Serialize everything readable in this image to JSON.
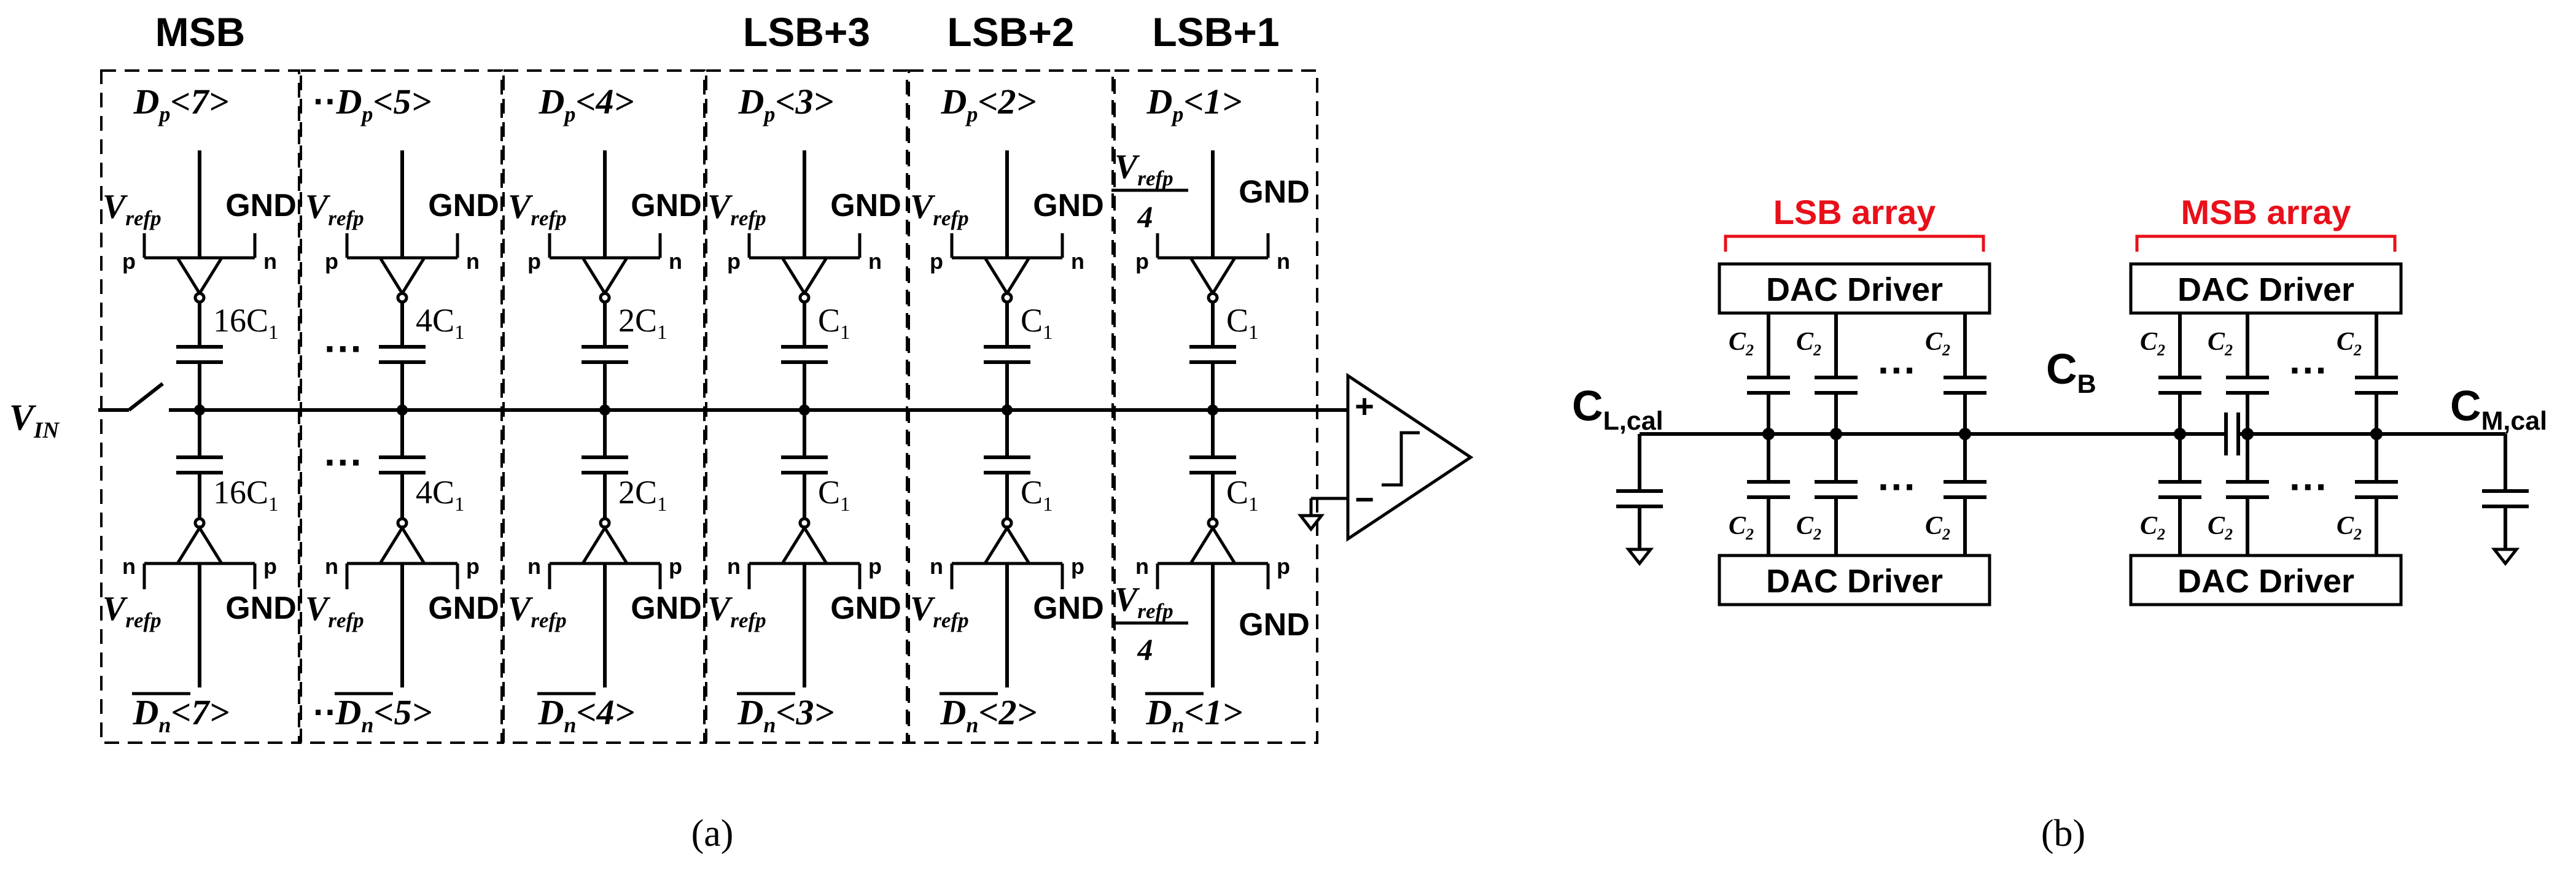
{
  "panel_a": {
    "caption": "(a)",
    "columns": [
      {
        "header": "MSB",
        "top_code": {
          "base": "D",
          "sub": "p",
          "idx": "<7>"
        },
        "bot_code": {
          "base": "D",
          "sub": "n",
          "idx": "<7>"
        },
        "cap_top": "16C",
        "cap_bot": "16C",
        "cap_sub": "1",
        "vref": "V",
        "vref_sub": "refp",
        "gnd": "GND",
        "p_lbl": "p",
        "n_lbl": "n",
        "prefix_dots": ""
      },
      {
        "header": "",
        "top_code": {
          "base": "D",
          "sub": "p",
          "idx": "<5>"
        },
        "bot_code": {
          "base": "D",
          "sub": "n",
          "idx": "<5>"
        },
        "cap_top": "4C",
        "cap_bot": "4C",
        "cap_sub": "1",
        "vref": "V",
        "vref_sub": "refp",
        "gnd": "GND",
        "p_lbl": "p",
        "n_lbl": "n",
        "prefix_dots": "··"
      },
      {
        "header": "",
        "top_code": {
          "base": "D",
          "sub": "p",
          "idx": "<4>"
        },
        "bot_code": {
          "base": "D",
          "sub": "n",
          "idx": "<4>"
        },
        "cap_top": "2C",
        "cap_bot": "2C",
        "cap_sub": "1",
        "vref": "V",
        "vref_sub": "refp",
        "gnd": "GND",
        "p_lbl": "p",
        "n_lbl": "n",
        "prefix_dots": ""
      },
      {
        "header": "LSB+3",
        "top_code": {
          "base": "D",
          "sub": "p",
          "idx": "<3>"
        },
        "bot_code": {
          "base": "D",
          "sub": "n",
          "idx": "<3>"
        },
        "cap_top": "C",
        "cap_bot": "C",
        "cap_sub": "1",
        "vref": "V",
        "vref_sub": "refp",
        "gnd": "GND",
        "p_lbl": "p",
        "n_lbl": "n",
        "prefix_dots": ""
      },
      {
        "header": "LSB+2",
        "top_code": {
          "base": "D",
          "sub": "p",
          "idx": "<2>"
        },
        "bot_code": {
          "base": "D",
          "sub": "n",
          "idx": "<2>"
        },
        "cap_top": "C",
        "cap_bot": "C",
        "cap_sub": "1",
        "vref": "V",
        "vref_sub": "refp",
        "gnd": "GND",
        "p_lbl": "p",
        "n_lbl": "n",
        "prefix_dots": ""
      },
      {
        "header": "LSB+1",
        "top_code": {
          "base": "D",
          "sub": "p",
          "idx": "<1>"
        },
        "bot_code": {
          "base": "D",
          "sub": "n",
          "idx": "<1>"
        },
        "cap_top": "C",
        "cap_bot": "C",
        "cap_sub": "1",
        "vref": "V",
        "vref_sub": "refp",
        "vref_den": "4",
        "gnd": "GND",
        "p_lbl": "p",
        "n_lbl": "n",
        "prefix_dots": ""
      }
    ],
    "vin": {
      "base": "V",
      "sub": "IN"
    },
    "ellipsis": "···",
    "comparator": {
      "plus": "+",
      "minus": "−"
    }
  },
  "panel_b": {
    "caption": "(b)",
    "lsb_array_label": "LSB array",
    "msb_array_label": "MSB array",
    "driver_label": "DAC Driver",
    "cap_label": {
      "base": "C",
      "sub": "2"
    },
    "cb_label": {
      "base": "C",
      "sub": "B"
    },
    "cl_label": {
      "base": "C",
      "sub": "L,cal"
    },
    "cm_label": {
      "base": "C",
      "sub": "M,cal"
    },
    "ellipsis": "···",
    "accent_color": "#e8101a"
  }
}
